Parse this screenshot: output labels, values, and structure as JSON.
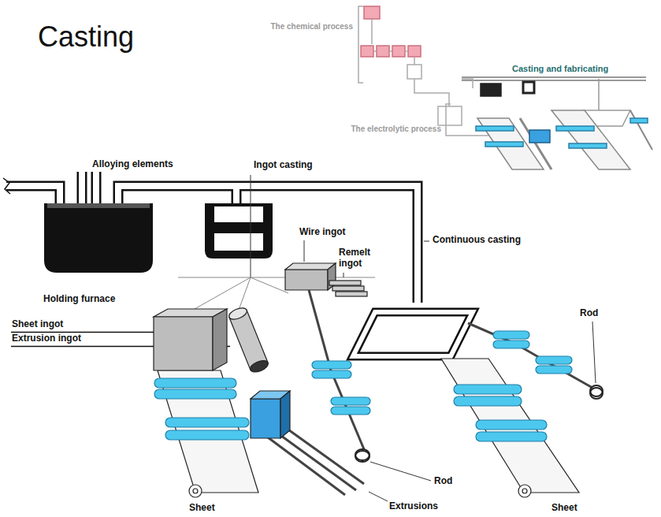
{
  "diagram": {
    "title": "Casting",
    "labels": [
      "The chemical process",
      "Casting and fabricating",
      "The electrolytic process",
      "Alloying elements",
      "Ingot casting",
      "Wire ingot",
      "Remelt ingot",
      "Continuous casting",
      "Holding furnace",
      "Sheet ingot",
      "Extrusion ingot",
      "Rod",
      "Rod",
      "Sheet",
      "Extrusions",
      "Sheet"
    ]
  }
}
